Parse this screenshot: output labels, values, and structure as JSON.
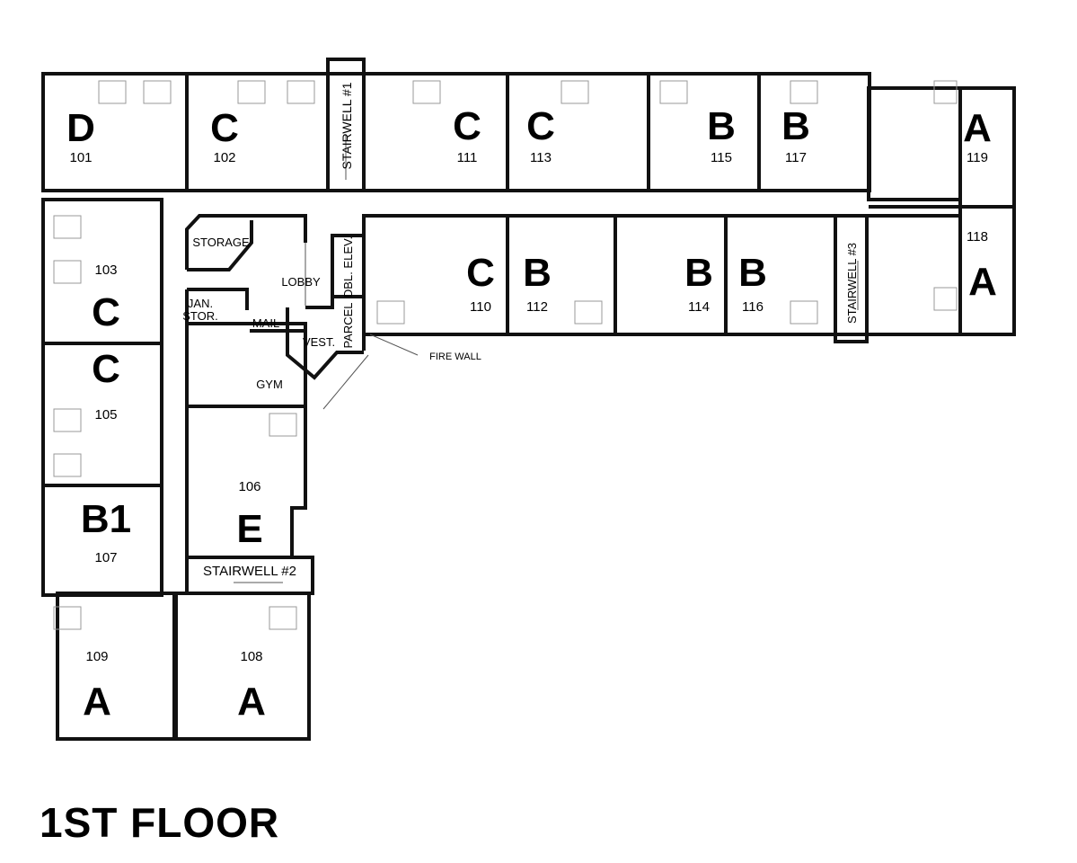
{
  "title": "1ST FLOOR",
  "units": [
    {
      "type": "D",
      "number": "101"
    },
    {
      "type": "C",
      "number": "102"
    },
    {
      "type": "C",
      "number": "111"
    },
    {
      "type": "C",
      "number": "113"
    },
    {
      "type": "B",
      "number": "115"
    },
    {
      "type": "B",
      "number": "117"
    },
    {
      "type": "A",
      "number": "119"
    },
    {
      "type": "A",
      "number": "118"
    },
    {
      "type": "B",
      "number": "116"
    },
    {
      "type": "B",
      "number": "114"
    },
    {
      "type": "B",
      "number": "112"
    },
    {
      "type": "C",
      "number": "110"
    },
    {
      "type": "C",
      "number": "103"
    },
    {
      "type": "C",
      "number": "105"
    },
    {
      "type": "B1",
      "number": "107"
    },
    {
      "type": "A",
      "number": "109"
    },
    {
      "type": "A",
      "number": "108"
    },
    {
      "type": "E",
      "number": "106"
    }
  ],
  "rooms": {
    "stairwell1": "STAIRWELL #1",
    "stairwell2": "STAIRWELL #2",
    "stairwell3": "STAIRWELL #3",
    "storage": "STORAGE",
    "lobby": "LOBBY",
    "elevator": "DBL. ELEV.",
    "parcel": "PARCEL",
    "vestibule": "VEST.",
    "jan1": "JAN.",
    "jan2": "STOR.",
    "mail": "MAIL",
    "gym": "GYM",
    "firewall": "FIRE WALL"
  }
}
